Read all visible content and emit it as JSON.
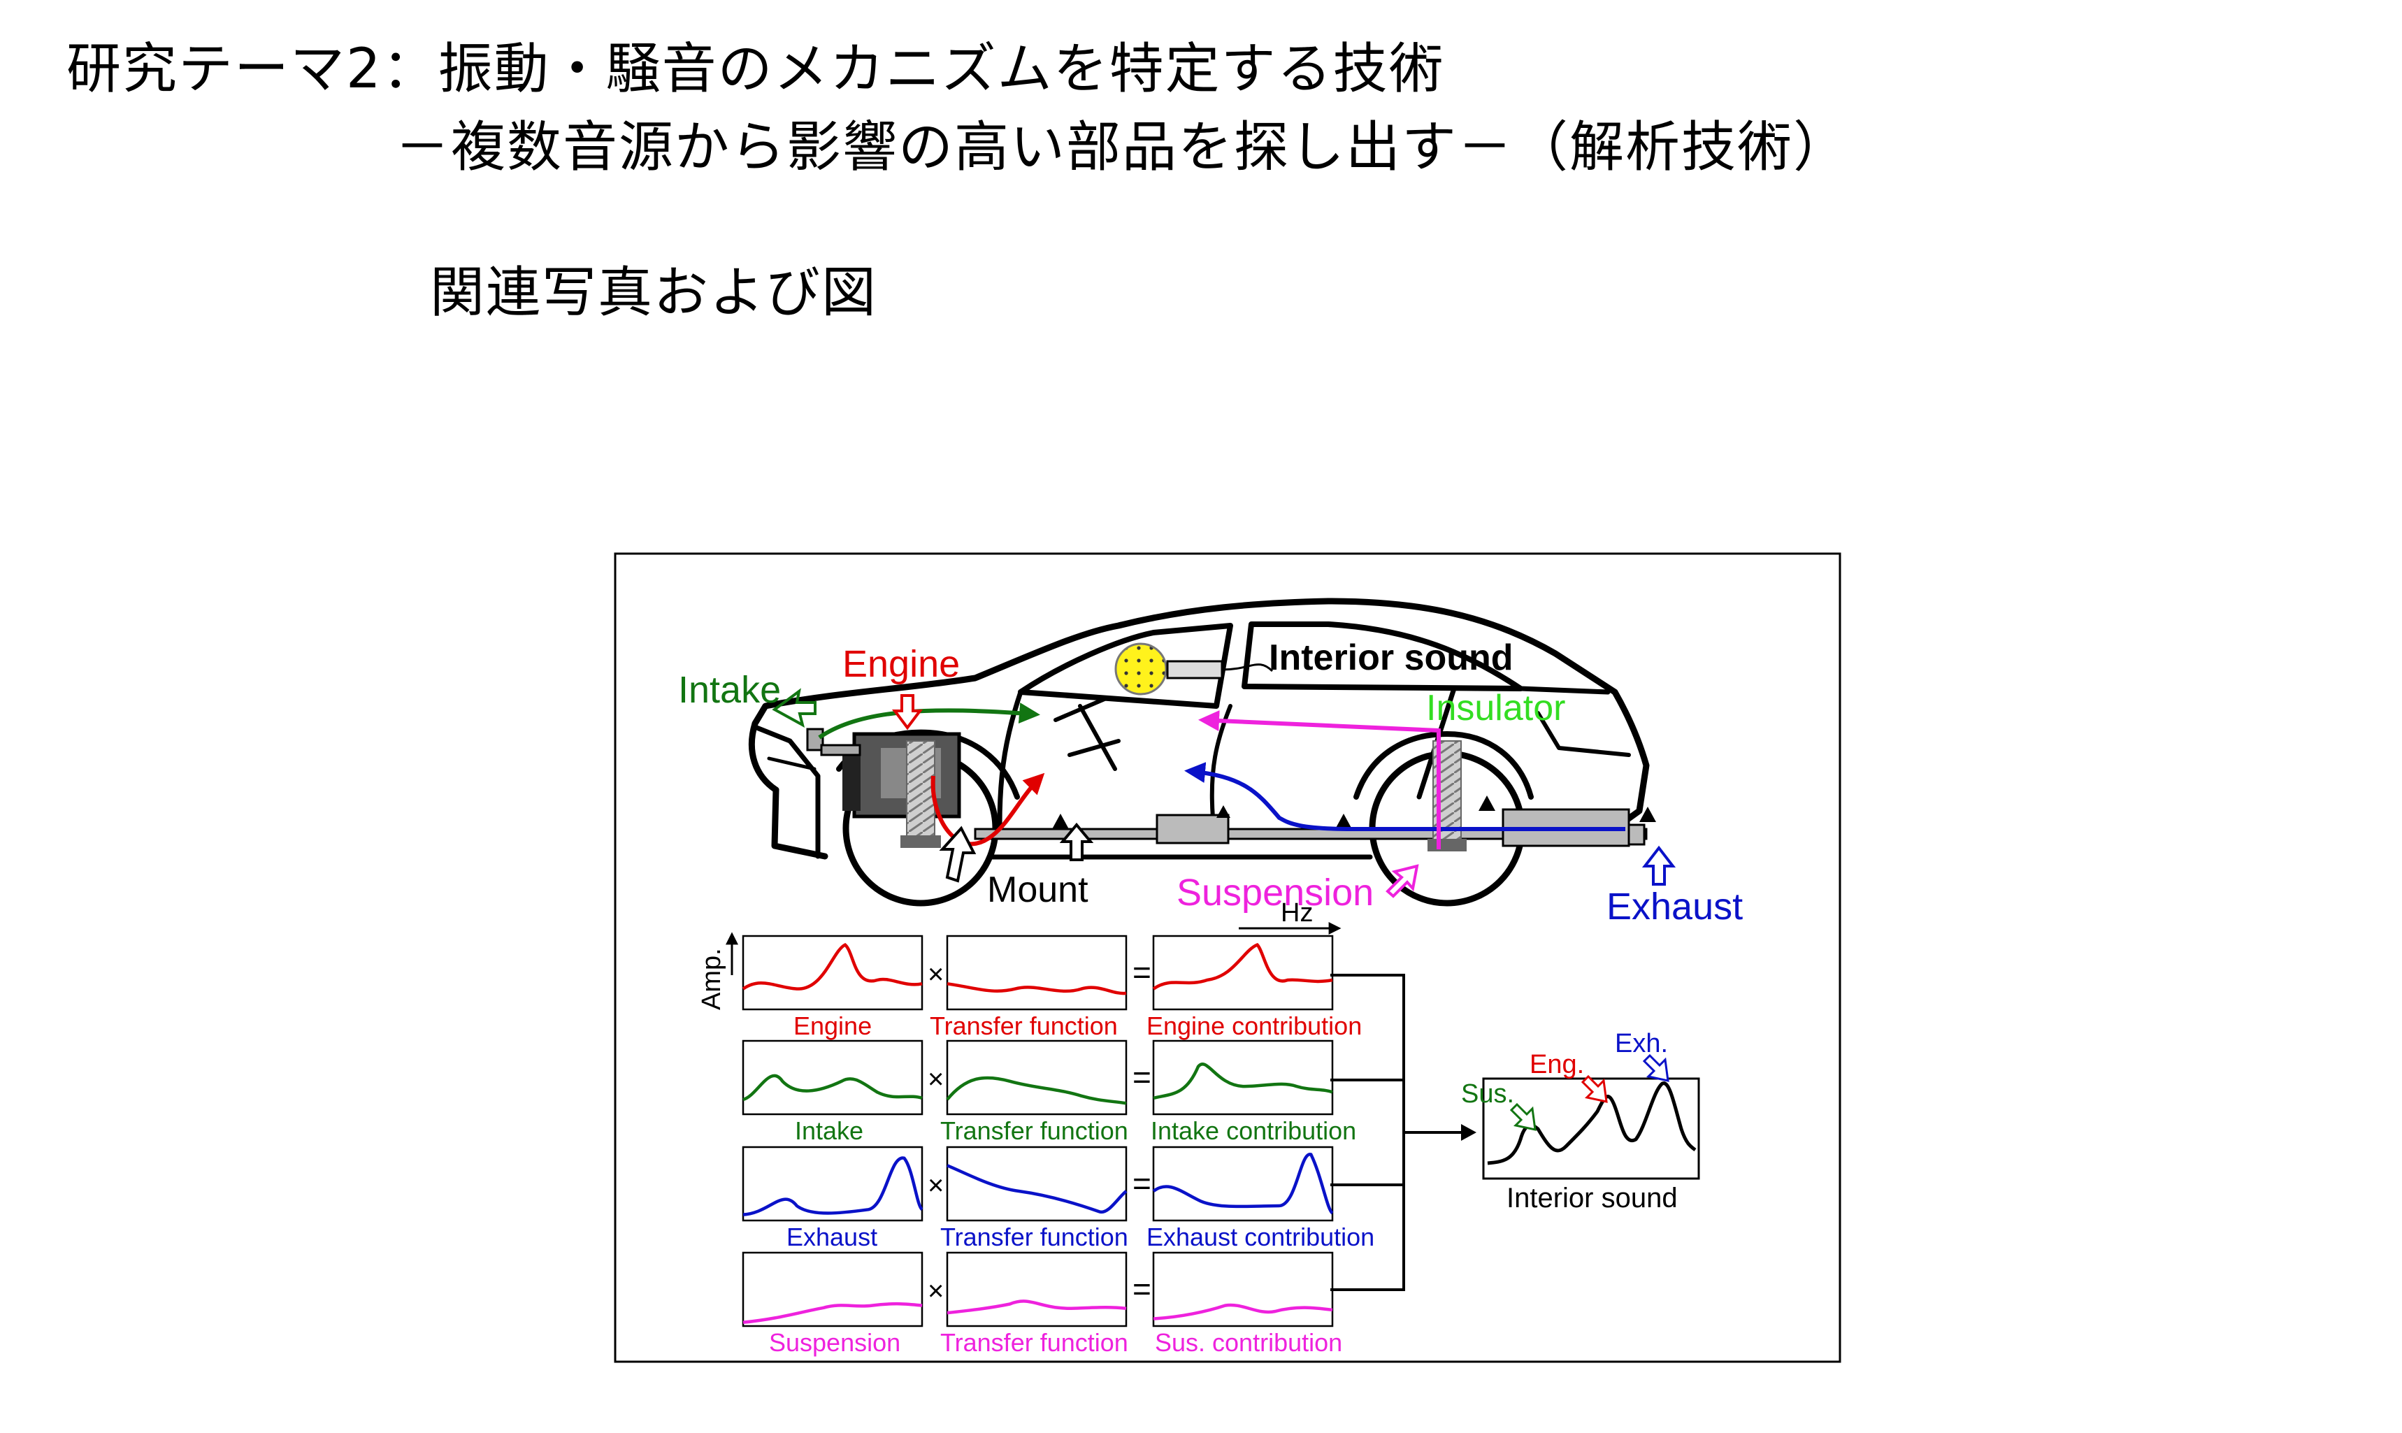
{
  "header": {
    "title_line1": "研究テーマ2：振動・騒音のメカニズムを特定する技術",
    "title_line2": "－複数音源から影響の高い部品を探し出す－（解析技術）",
    "section_title": "関連写真および図"
  },
  "colors": {
    "engine": "#e00000",
    "intake": "#127512",
    "exhaust": "#0a12c8",
    "suspension": "#ee22dd",
    "insulator": "#33dd22",
    "interior": "#000000"
  },
  "car_labels": {
    "intake": "Intake",
    "engine": "Engine",
    "interior_sound": "Interior sound",
    "insulator": "Insulator",
    "mount": "Mount",
    "suspension": "Suspension",
    "exhaust": "Exhaust"
  },
  "axes": {
    "amp": "Amp.",
    "hz": "Hz"
  },
  "operators": {
    "times": "×",
    "equals": "="
  },
  "rows": [
    {
      "source": "Engine",
      "transfer": "Transfer function",
      "contribution": "Engine contribution"
    },
    {
      "source": "Intake",
      "transfer": "Transfer function",
      "contribution": "Intake contribution"
    },
    {
      "source": "Exhaust",
      "transfer": "Transfer function",
      "contribution": "Exhaust contribution"
    },
    {
      "source": "Suspension",
      "transfer": "Transfer function",
      "contribution": "Sus. contribution"
    }
  ],
  "result": {
    "caption": "Interior sound",
    "peak_sus": "Sus.",
    "peak_eng": "Eng.",
    "peak_exh": "Exh."
  }
}
